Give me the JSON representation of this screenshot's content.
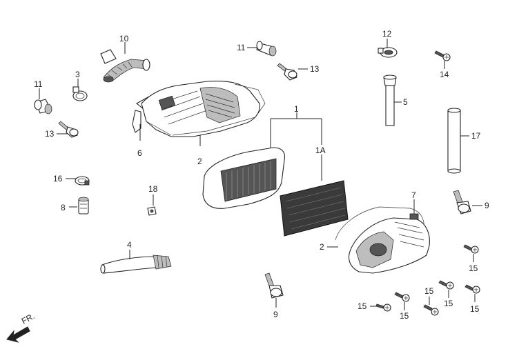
{
  "diagram": {
    "labels": {
      "p1": "1",
      "p1A": "1A",
      "p2a": "2",
      "p2b": "2",
      "p3": "3",
      "p4": "4",
      "p5": "5",
      "p6": "6",
      "p7": "7",
      "p8": "8",
      "p9a": "9",
      "p9b": "9",
      "p10": "10",
      "p11a": "11",
      "p11b": "11",
      "p12": "12",
      "p13a": "13",
      "p13b": "13",
      "p14": "14",
      "p15a": "15",
      "p15b": "15",
      "p15c": "15",
      "p15d": "15",
      "p15e": "15",
      "p15f": "15",
      "p16": "16",
      "p17": "17",
      "p18": "18"
    },
    "front_indicator": "FR."
  }
}
